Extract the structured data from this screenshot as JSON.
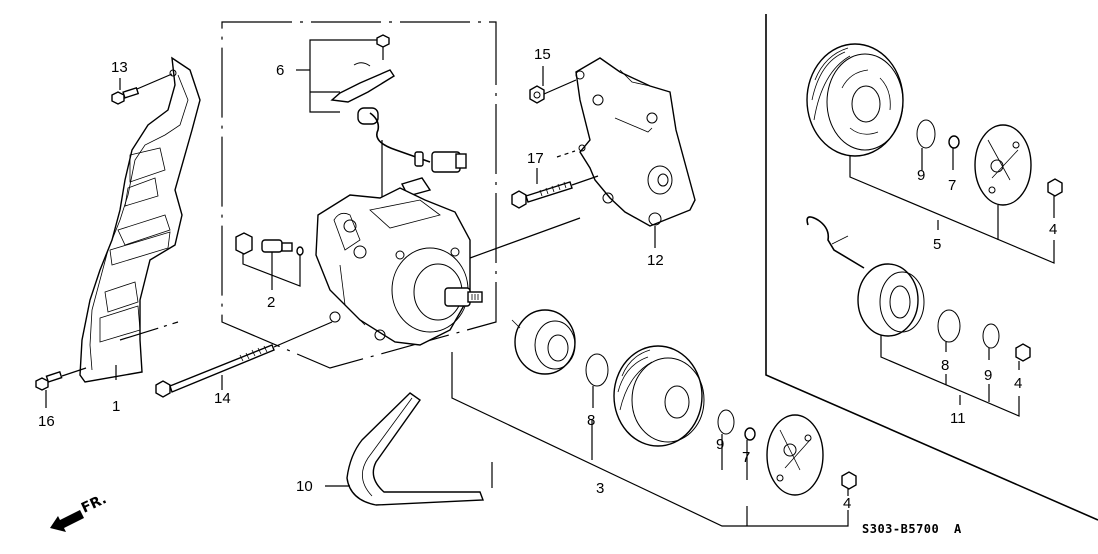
{
  "diagram": {
    "title": "A/C Compressor exploded parts view",
    "callouts": {
      "c1": "1",
      "c2": "2",
      "c3": "3",
      "c4a": "4",
      "c4b": "4",
      "c4c": "4",
      "c5": "5",
      "c6": "6",
      "c7a": "7",
      "c7b": "7",
      "c8a": "8",
      "c8b": "8",
      "c9a": "9",
      "c9b": "9",
      "c9c": "9",
      "c10": "10",
      "c11": "11",
      "c12": "12",
      "c13": "13",
      "c14": "14",
      "c15": "15",
      "c16": "16",
      "c17": "17"
    },
    "front_indicator": "FR.",
    "drawing_code": "S303-B5700",
    "drawing_rev": "A",
    "icons": {
      "front": "arrow-front-icon"
    }
  }
}
